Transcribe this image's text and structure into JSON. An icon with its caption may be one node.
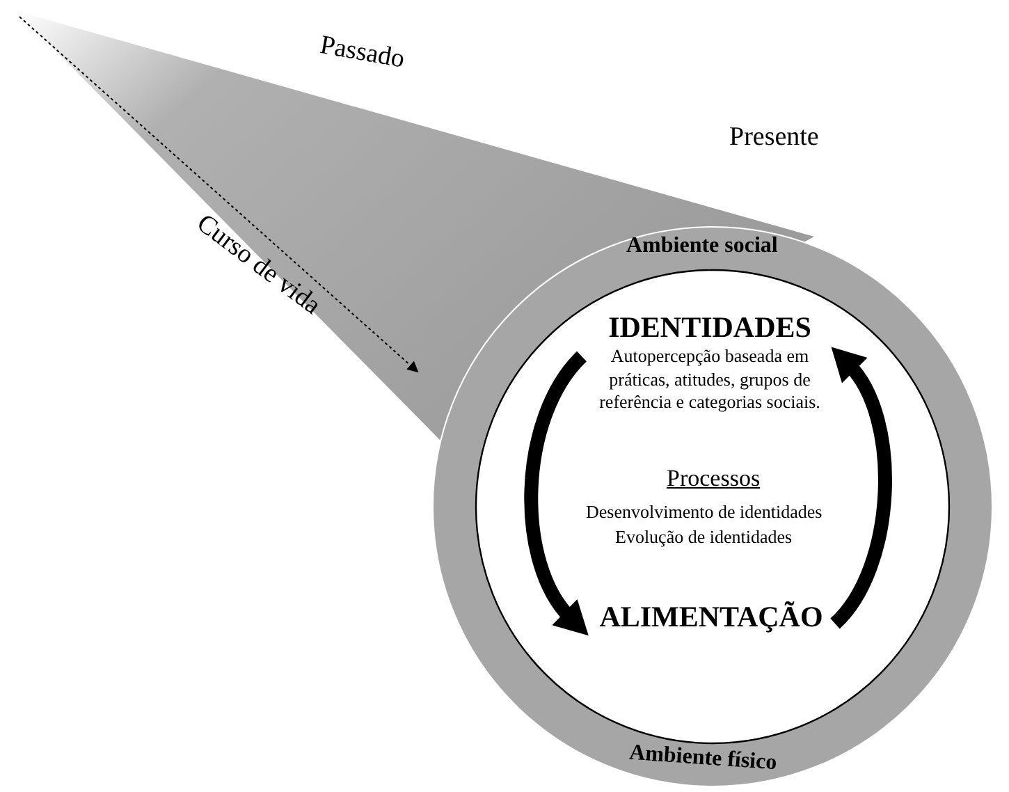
{
  "diagram": {
    "nodes": [
      {
        "text": [
          "Ambiente social",
          "Ambiente físico"
        ]
      },
      {
        "text": [
          "IDENTIDADES",
          "Autopercepção baseada em práticas, atitudes, grupos de referência e categorias sociais."
        ],
        "in": 0
      },
      {
        "text": [
          "ALIMENTAÇÃO"
        ],
        "in": 0
      }
    ],
    "edges": [
      {
        "from": 1,
        "to": 2,
        "arrow": "to"
      },
      {
        "from": 2,
        "to": 1,
        "arrow": "to"
      }
    ],
    "labels": [
      "Passado",
      "Presente",
      "Curso de vida",
      "Processos",
      "Desenvolvimento de identidades",
      "Evolução de identidades"
    ]
  }
}
